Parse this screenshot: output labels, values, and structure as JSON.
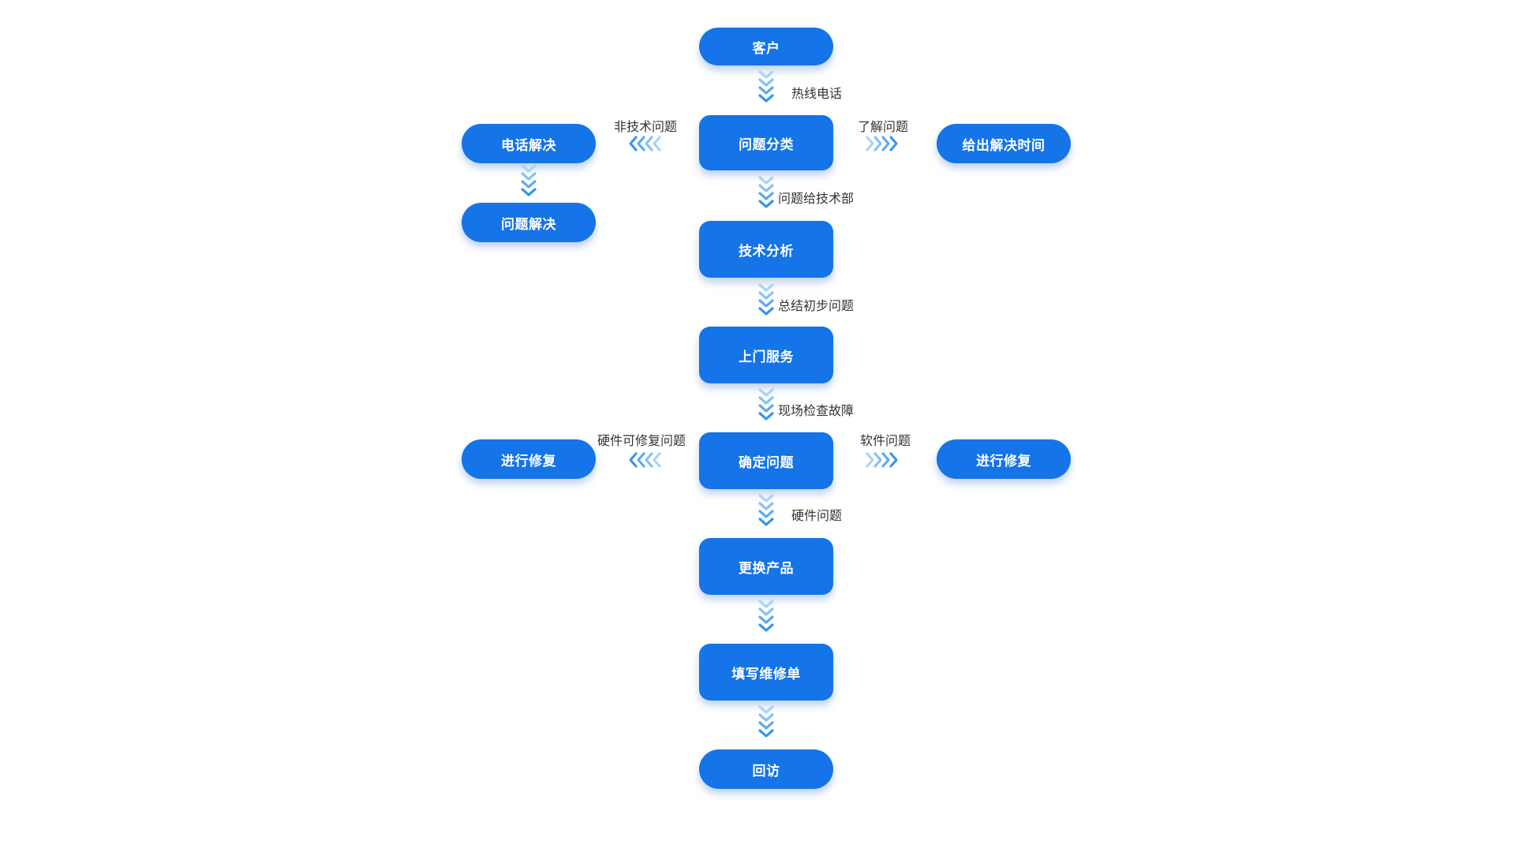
{
  "nodes": {
    "customer": "客户",
    "classify": "问题分类",
    "phone_solve": "电话解决",
    "problem_solved": "问题解决",
    "give_time": "给出解决时间",
    "tech_analysis": "技术分析",
    "onsite_service": "上门服务",
    "confirm_problem": "确定问题",
    "repair_left": "进行修复",
    "repair_right": "进行修复",
    "replace_product": "更换产品",
    "fill_form": "填写维修单",
    "return_visit": "回访"
  },
  "edge_labels": {
    "hotline": "热线电话",
    "non_tech": "非技术问题",
    "understand": "了解问题",
    "to_tech": "问题给技术部",
    "summarize": "总结初步问题",
    "inspect": "现场检查故障",
    "hw_repairable": "硬件可修复问题",
    "software": "软件问题",
    "hardware": "硬件问题"
  },
  "colors": {
    "node_fill": "#1474e8",
    "arrow_light": "#a8d4f7",
    "arrow_dark": "#3a96e6",
    "label_text": "#333333"
  }
}
